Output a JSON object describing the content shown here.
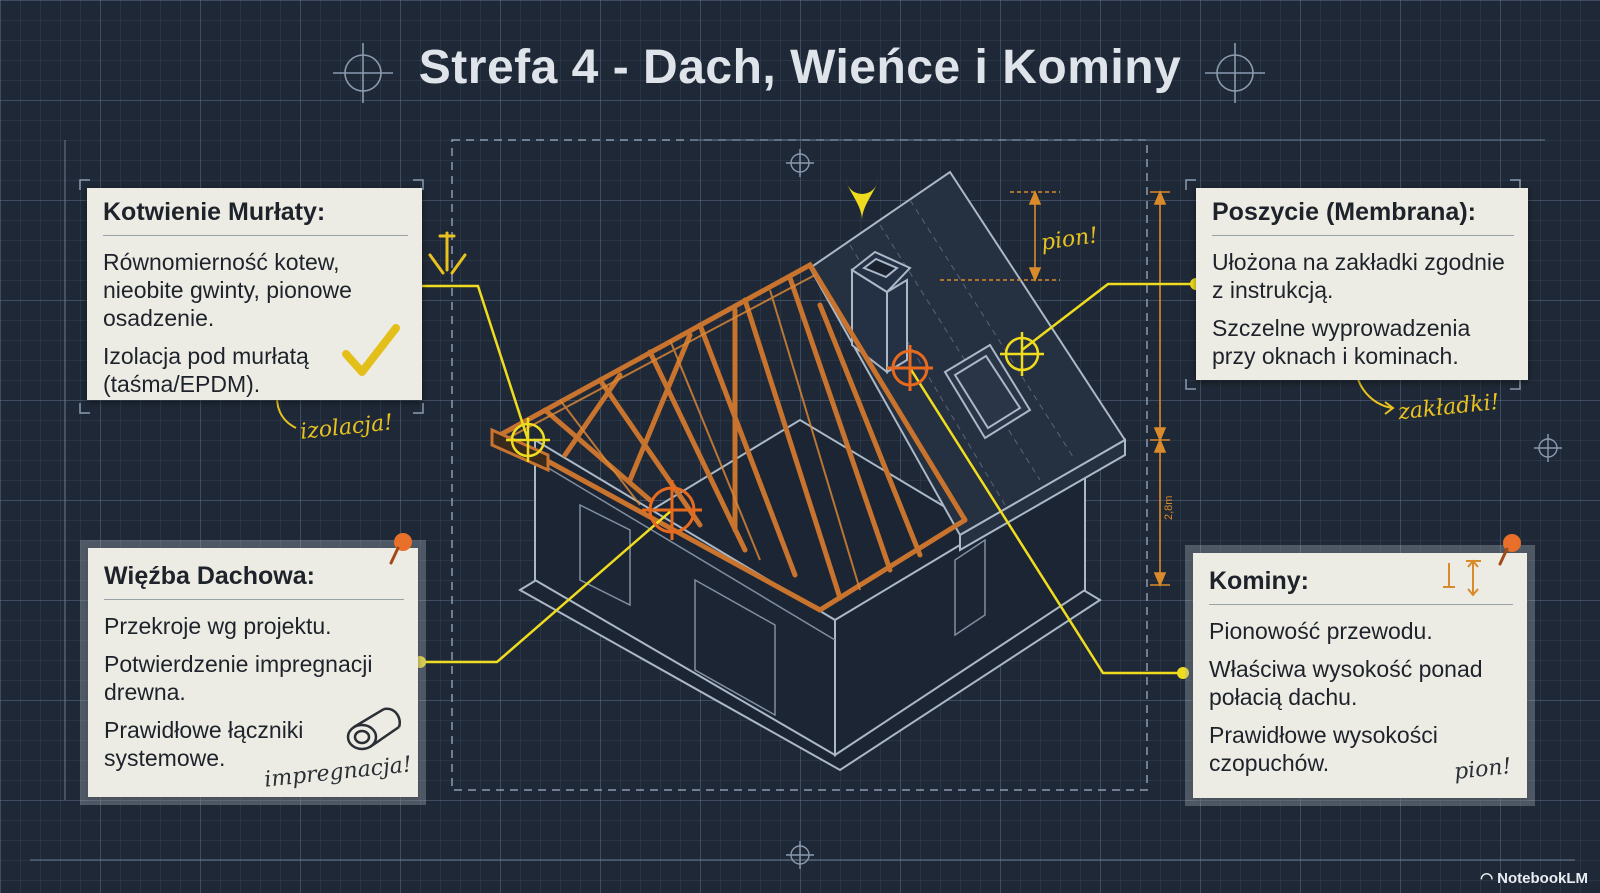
{
  "title": "Strefa 4 - Dach, Wieńce i Kominy",
  "cards": {
    "murlata": {
      "heading": "Kotwienie Murłaty:",
      "p1": "Równomierność kotew, nieobite gwinty, pionowe osadzenie.",
      "p2": "Izolacja pod murłatą (taśma/EPDM).",
      "note": "izolacja!"
    },
    "wiezba": {
      "heading": "Więźba Dachowa:",
      "p1": "Przekroje wg projektu.",
      "p2": "Potwierdzenie impregnacji drewna.",
      "p3": "Prawidłowe łączniki systemowe.",
      "note": "impregnacja!"
    },
    "poszycie": {
      "heading": "Poszycie (Membrana):",
      "p1": "Ułożona na zakładki zgodnie z instrukcją.",
      "p2": "Szczelne wyprowadzenia przy oknach i kominach.",
      "note": "zakładki!"
    },
    "kominy": {
      "heading": "Kominy:",
      "p1": "Pionowość przewodu.",
      "p2": "Właściwa wysokość ponad połacią dachu.",
      "p3": "Prawidłowe wysokości czopuchów.",
      "note": "pion!"
    }
  },
  "diagram_notes": {
    "pion": "pion!",
    "dimension": "2,8m"
  },
  "icons": [
    "crosshair-icon",
    "location-pin-icon",
    "anchor-bolt-icon",
    "checkmark-icon",
    "pushpin-icon",
    "wood-log-icon",
    "plumb-arrow-icon"
  ],
  "colors": {
    "background": "#1f2836",
    "accent_yellow": "#f0dc1e",
    "timber_orange": "#c8742e",
    "card": "#edece4",
    "line": "#aab8c8"
  },
  "brand": "NotebookLM"
}
